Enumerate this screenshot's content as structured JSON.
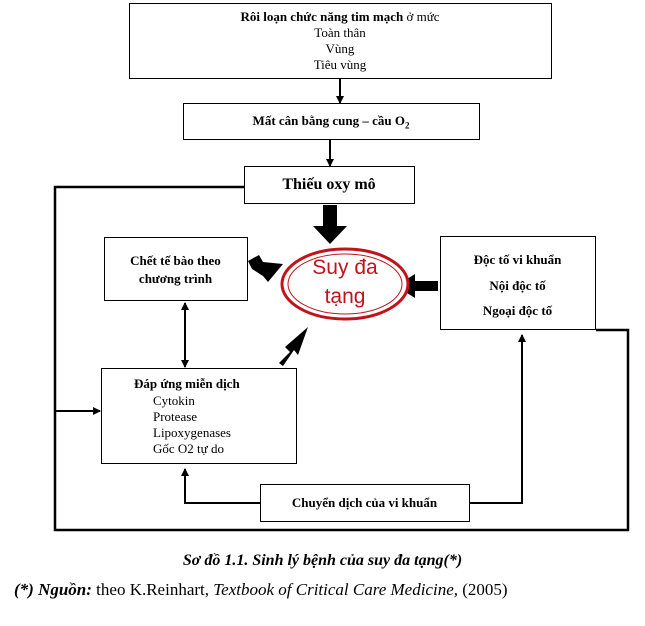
{
  "boxes": {
    "top": {
      "title": "Rôi loạn chức năng tim mạch",
      "title_suffix": " ở mức",
      "lines": [
        "Toàn thân",
        "Vùng",
        "Tiêu vùng"
      ]
    },
    "imbalance": {
      "label": "Mất cân bằng cung – cầu O",
      "sub": "2"
    },
    "hypoxia": {
      "label": "Thiếu oxy mô"
    },
    "apoptosis": {
      "line1": "Chết tế bào theo",
      "line2": "chương trình"
    },
    "mods": {
      "line1": "Suy đa",
      "line2": "tạng"
    },
    "toxin": {
      "title": "Độc tố vi khuẩn",
      "line1": "Nội độc tố",
      "line2": "Ngoại độc tố"
    },
    "immune": {
      "title": "Đáp ứng miễn dịch",
      "items": [
        "Cytokin",
        "Protease",
        "Lipoxygenases",
        "Gốc O2 tự do"
      ]
    },
    "translocation": {
      "label": "Chuyển dịch của vi khuẩn"
    }
  },
  "caption": {
    "title": "Sơ đồ 1.1. Sinh lý bệnh của suy đa tạng(*)",
    "source_prefix": "(*) Nguồn:",
    "source_mid": " theo K.Reinhart, ",
    "source_book": "Textbook of Critical Care Medicine,",
    "source_year": " (2005)"
  },
  "colors": {
    "oval_border": "#c0141c",
    "oval_text": "#c0141c"
  }
}
